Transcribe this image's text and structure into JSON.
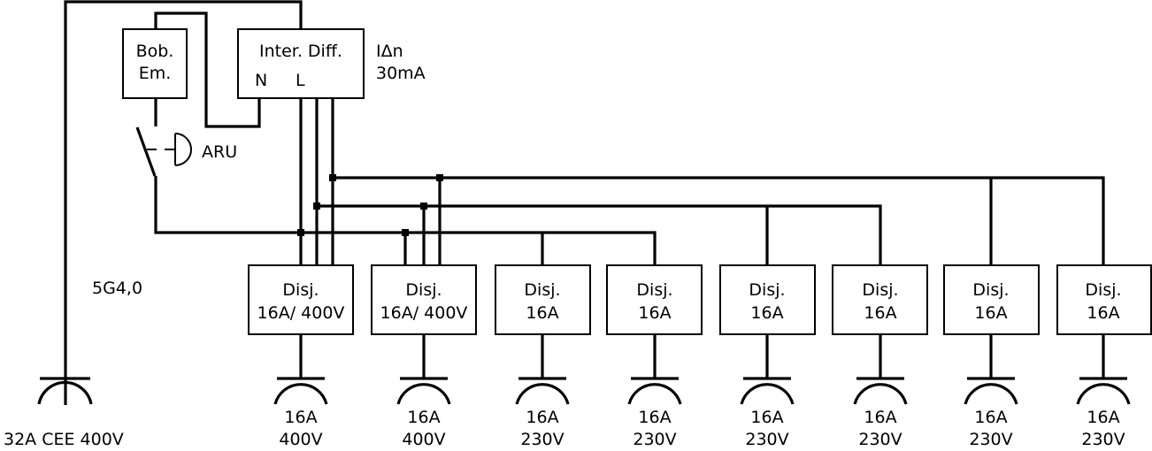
{
  "diagram": {
    "type": "electrical single-line schematic",
    "supply": {
      "socket_label": "32A CEE 400V",
      "cable_label": "5G4,0"
    },
    "coil": {
      "line1": "Bob.",
      "line2": "Em."
    },
    "emergency_stop": {
      "label": "ARU"
    },
    "rcd": {
      "title": "Inter. Diff.",
      "terminal_n": "N",
      "terminal_l": "L",
      "sensitivity_line1": "IΔn",
      "sensitivity_line2": "30mA"
    },
    "breakers": [
      {
        "line1": "Disj.",
        "line2": "16A/ 400V",
        "outlet_line1": "16A",
        "outlet_line2": "400V"
      },
      {
        "line1": "Disj.",
        "line2": "16A/ 400V",
        "outlet_line1": "16A",
        "outlet_line2": "400V"
      },
      {
        "line1": "Disj.",
        "line2": "16A",
        "outlet_line1": "16A",
        "outlet_line2": "230V"
      },
      {
        "line1": "Disj.",
        "line2": "16A",
        "outlet_line1": "16A",
        "outlet_line2": "230V"
      },
      {
        "line1": "Disj.",
        "line2": "16A",
        "outlet_line1": "16A",
        "outlet_line2": "230V"
      },
      {
        "line1": "Disj.",
        "line2": "16A",
        "outlet_line1": "16A",
        "outlet_line2": "230V"
      },
      {
        "line1": "Disj.",
        "line2": "16A",
        "outlet_line1": "16A",
        "outlet_line2": "230V"
      },
      {
        "line1": "Disj.",
        "line2": "16A",
        "outlet_line1": "16A",
        "outlet_line2": "230V"
      }
    ],
    "colors": {
      "line": "#000000",
      "background": "#ffffff"
    }
  }
}
